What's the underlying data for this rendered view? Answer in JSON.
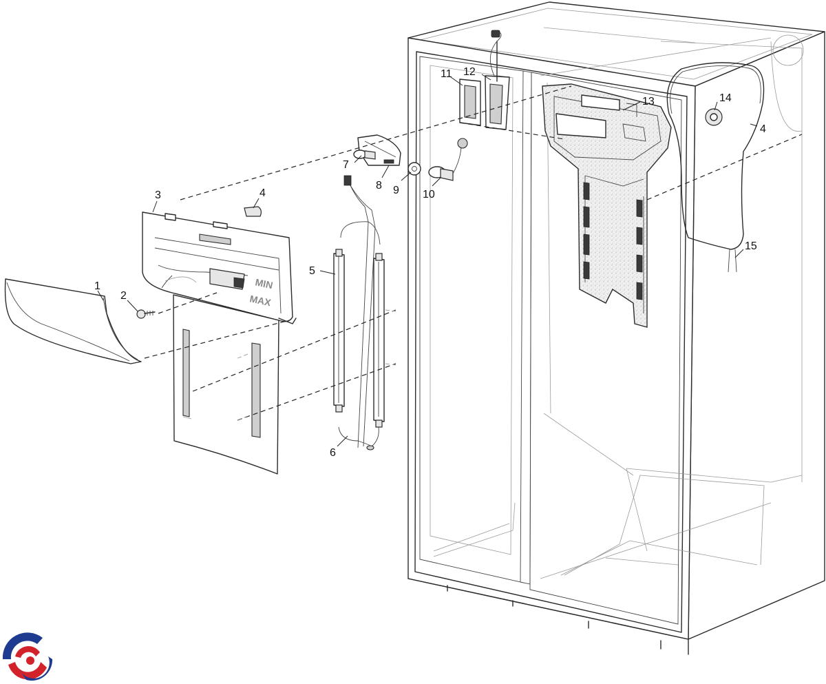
{
  "callouts": [
    {
      "id": "1",
      "text": "1"
    },
    {
      "id": "2",
      "text": "2"
    },
    {
      "id": "3",
      "text": "3"
    },
    {
      "id": "4a",
      "text": "4"
    },
    {
      "id": "5",
      "text": "5"
    },
    {
      "id": "6",
      "text": "6"
    },
    {
      "id": "7",
      "text": "7"
    },
    {
      "id": "8",
      "text": "8"
    },
    {
      "id": "9",
      "text": "9"
    },
    {
      "id": "10",
      "text": "10"
    },
    {
      "id": "11",
      "text": "11"
    },
    {
      "id": "12",
      "text": "12"
    },
    {
      "id": "13",
      "text": "13"
    },
    {
      "id": "14",
      "text": "14"
    },
    {
      "id": "4b",
      "text": "4"
    },
    {
      "id": "15",
      "text": "15"
    }
  ],
  "engraving": {
    "line1": "MIN",
    "line2": "MAX"
  },
  "logo": {
    "icon": "brand-swirl-icon",
    "colors": {
      "blue": "#1f3b8f",
      "red": "#d2232a"
    }
  }
}
